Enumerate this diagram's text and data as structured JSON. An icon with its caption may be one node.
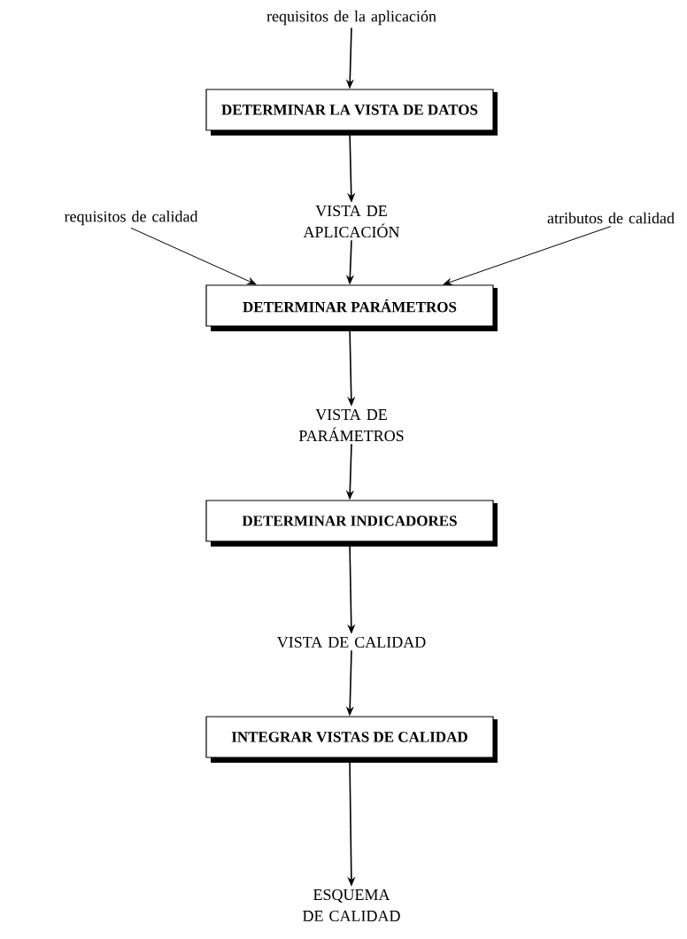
{
  "diagram": {
    "nodes": [
      {
        "text": [
          "requisitos de la aplicación"
        ]
      },
      {
        "text": [
          "DETERMINAR LA VISTA DE DATOS"
        ]
      },
      {
        "text": [
          "VISTA DE APLICACIÓN"
        ]
      },
      {
        "text": [
          "requisitos de calidad"
        ]
      },
      {
        "text": [
          "atributos de calidad"
        ]
      },
      {
        "text": [
          "DETERMINAR PARÁMETROS"
        ]
      },
      {
        "text": [
          "VISTA DE PARÁMETROS"
        ]
      },
      {
        "text": [
          "DETERMINAR INDICADORES"
        ]
      },
      {
        "text": [
          "VISTA DE CALIDAD"
        ]
      },
      {
        "text": [
          "INTEGRAR VISTAS DE CALIDAD"
        ]
      },
      {
        "text": [
          "ESQUEMA DE CALIDAD"
        ]
      }
    ],
    "edges": [
      {
        "from": 0,
        "to": 1,
        "arrow": "to"
      },
      {
        "from": 1,
        "to": 2,
        "arrow": "to"
      },
      {
        "from": 2,
        "to": 5,
        "arrow": "to"
      },
      {
        "from": 3,
        "to": 5,
        "arrow": "to"
      },
      {
        "from": 4,
        "to": 5,
        "arrow": "to"
      },
      {
        "from": 5,
        "to": 6,
        "arrow": "to"
      },
      {
        "from": 6,
        "to": 7,
        "arrow": "to"
      },
      {
        "from": 7,
        "to": 8,
        "arrow": "to"
      },
      {
        "from": 8,
        "to": 9,
        "arrow": "to"
      },
      {
        "from": 9,
        "to": 10,
        "arrow": "to"
      }
    ]
  }
}
